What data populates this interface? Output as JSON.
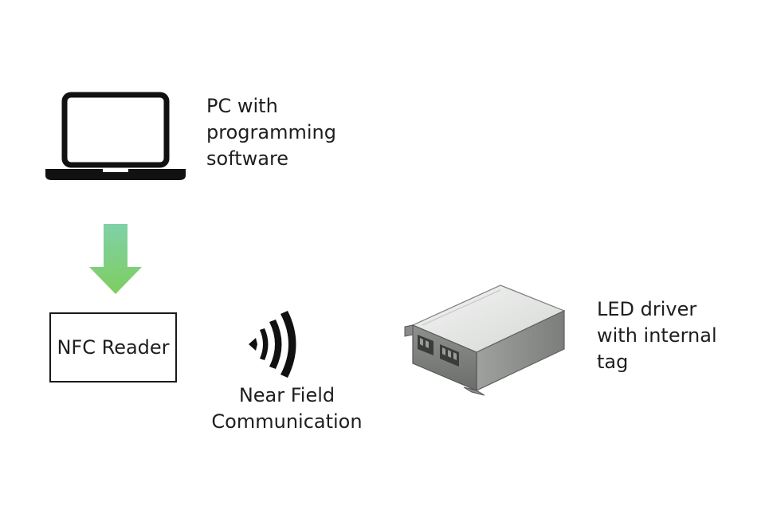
{
  "pc": {
    "icon": "laptop-icon",
    "label": "PC with\nprogramming\nsoftware"
  },
  "arrow": {
    "icon": "arrow-down-icon",
    "colors": {
      "top": "#7fd0a4",
      "bottom": "#7fcf62"
    }
  },
  "nfc_reader": {
    "label": "NFC Reader"
  },
  "nfc": {
    "icon": "wireless-signal-icon",
    "label": "Near Field\nCommunication"
  },
  "led_driver": {
    "icon": "led-driver-device",
    "label": "LED driver\nwith internal\ntag"
  }
}
